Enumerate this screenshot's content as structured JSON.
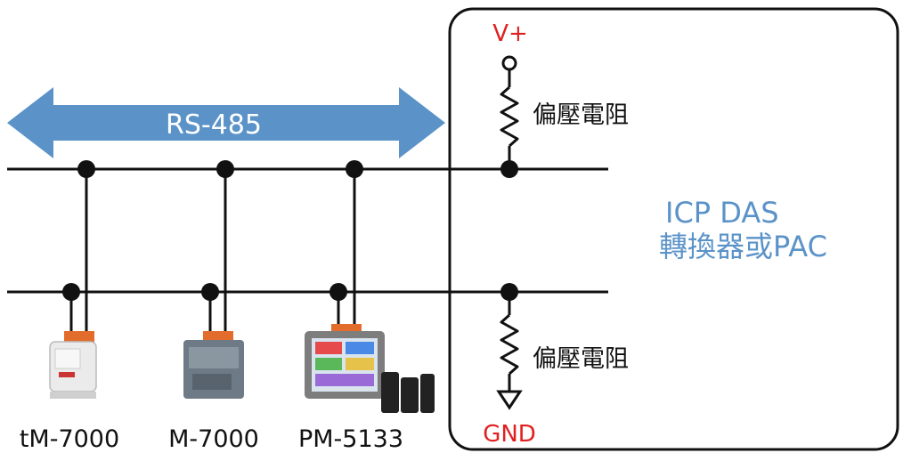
{
  "bus": {
    "label": "RS-485"
  },
  "supply": {
    "label": "V+"
  },
  "ground": {
    "label": "GND"
  },
  "bias_top": {
    "label": "偏壓電阻"
  },
  "bias_bottom": {
    "label": "偏壓電阻"
  },
  "controller": {
    "line1": "ICP DAS",
    "line2": "轉換器或PAC"
  },
  "devices": [
    {
      "name": "tM-7000"
    },
    {
      "name": "M-7000"
    },
    {
      "name": "PM-5133"
    }
  ],
  "colors": {
    "arrow": "#5b93c9",
    "label_red": "#e02020",
    "controller_text": "#5b93c9",
    "line": "#111111"
  }
}
